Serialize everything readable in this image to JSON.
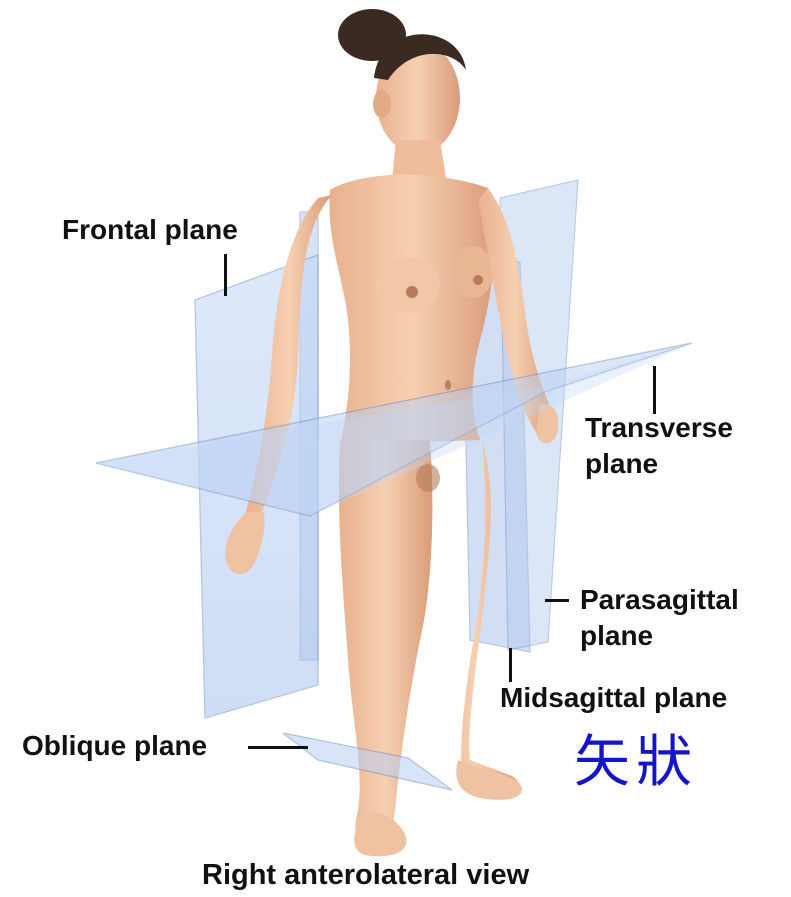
{
  "labels": {
    "frontal": "Frontal plane",
    "transverse": [
      "Transverse",
      "plane"
    ],
    "parasagittal": [
      "Parasagittal",
      "plane"
    ],
    "midsagittal": "Midsagittal plane",
    "oblique": "Oblique plane",
    "annotation_cjk": "矢狀",
    "caption": "Right anterolateral view"
  },
  "colors": {
    "plane_fill": "#b9cff2",
    "plane_edge": "#6f8fc6",
    "skin": "#f0c5a3",
    "skin_shadow": "#d7a07e",
    "hair": "#3b2a22",
    "annotation": "#1414c8"
  }
}
